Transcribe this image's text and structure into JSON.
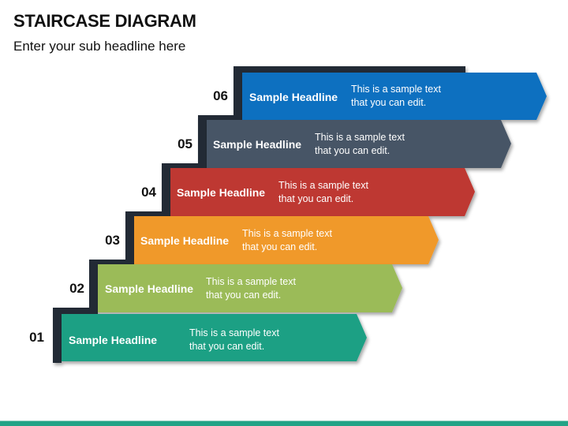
{
  "header": {
    "title": "STAIRCASE DIAGRAM",
    "subtitle": "Enter your sub headline here"
  },
  "colors": {
    "stair_outline": "#232a35",
    "step_01": "#1fa084",
    "step_02": "#9bbb59",
    "step_03": "#f0992a",
    "step_04": "#be3830",
    "step_05": "#465566",
    "step_06": "#0870c0",
    "footer_band": "#22a386"
  },
  "steps": [
    {
      "number": "01",
      "headline": "Sample Headline",
      "text_line1": "This is a sample text",
      "text_line2": "that you can edit."
    },
    {
      "number": "02",
      "headline": "Sample Headline",
      "text_line1": "This is a sample text",
      "text_line2": "that you can edit."
    },
    {
      "number": "03",
      "headline": "Sample Headline",
      "text_line1": "This is a sample text",
      "text_line2": "that you can edit."
    },
    {
      "number": "04",
      "headline": "Sample Headline",
      "text_line1": "This is a sample text",
      "text_line2": "that you can edit."
    },
    {
      "number": "05",
      "headline": "Sample Headline",
      "text_line1": "This is a sample text",
      "text_line2": "that you can edit."
    },
    {
      "number": "06",
      "headline": "Sample Headline",
      "text_line1": "This is a sample text",
      "text_line2": "that you can edit."
    }
  ]
}
